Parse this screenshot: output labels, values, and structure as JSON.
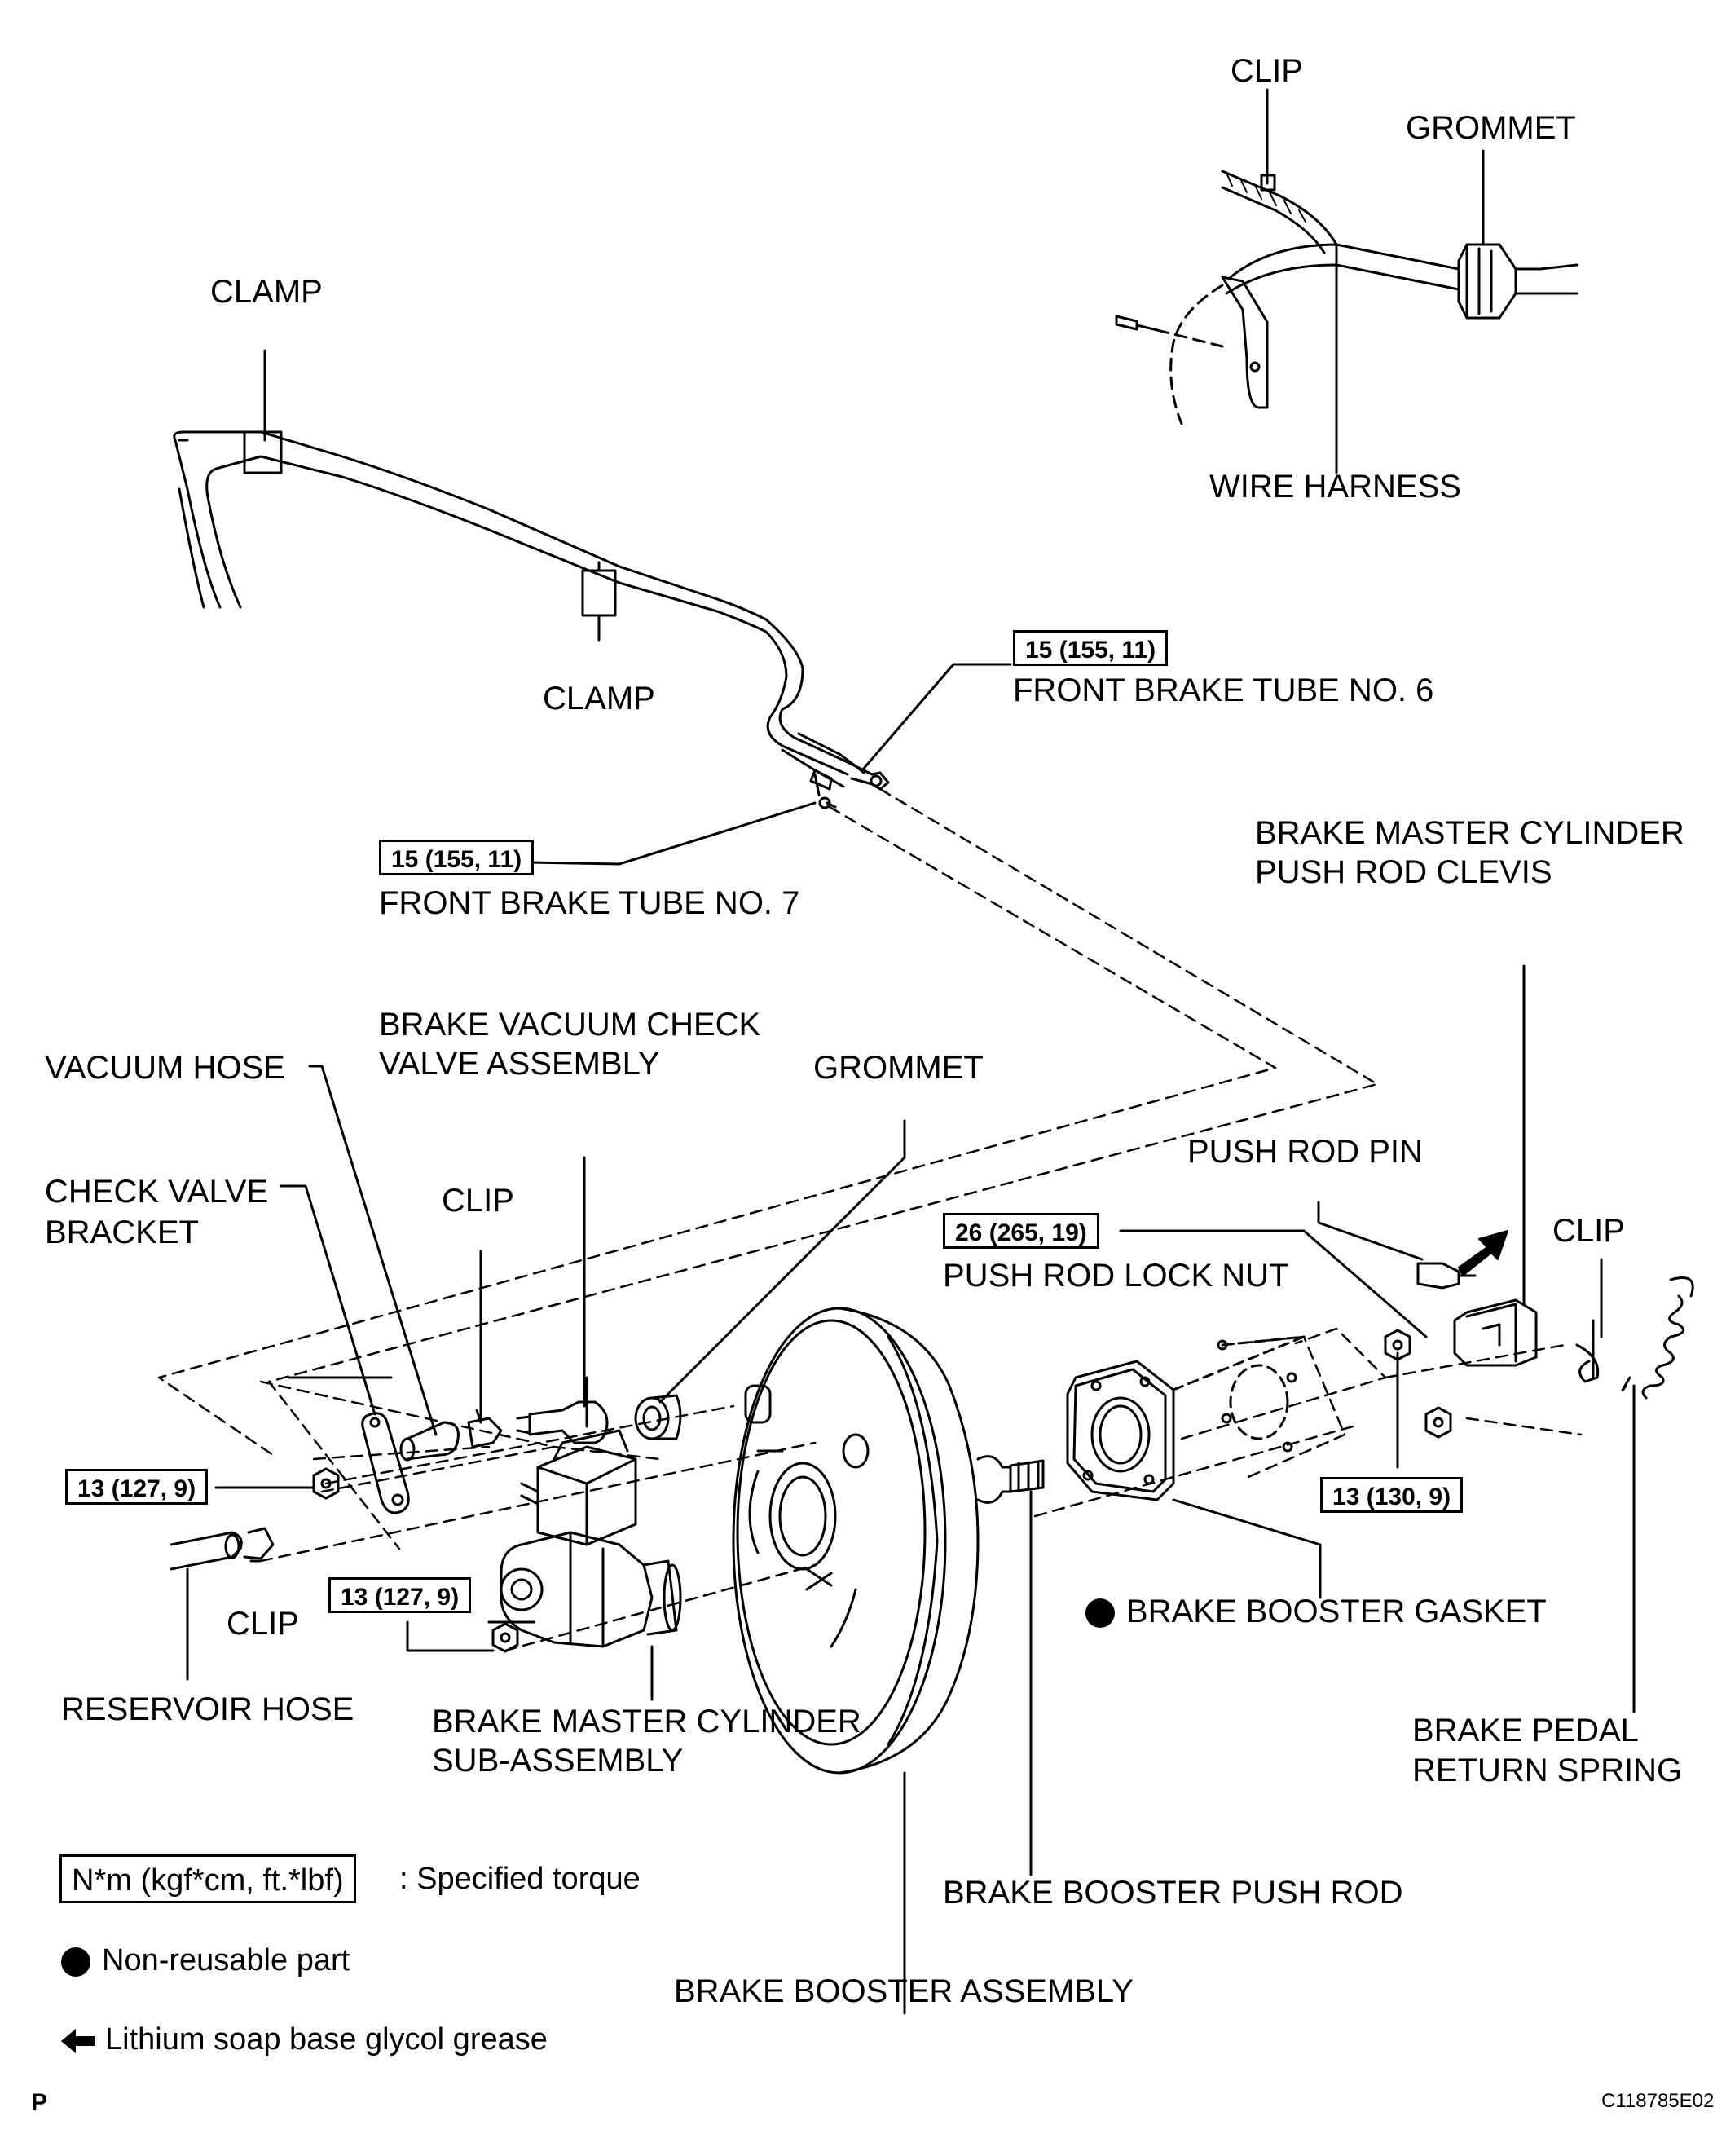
{
  "labels": {
    "clip_top": "CLIP",
    "grommet_top": "GROMMET",
    "clamp_top": "CLAMP",
    "wire_harness": "WIRE HARNESS",
    "clamp_mid": "CLAMP",
    "front_brake_tube_6": "FRONT BRAKE TUBE NO. 6",
    "front_brake_tube_7": "FRONT BRAKE TUBE NO. 7",
    "clevis_line1": "BRAKE MASTER CYLINDER",
    "clevis_line2": "PUSH ROD CLEVIS",
    "check_valve_line1": "BRAKE VACUUM CHECK",
    "check_valve_line2": "VALVE ASSEMBLY",
    "vacuum_hose": "VACUUM HOSE",
    "grommet_mid": "GROMMET",
    "push_rod_pin": "PUSH ROD PIN",
    "check_valve_bracket_line1": "CHECK VALVE",
    "check_valve_bracket_line2": "BRACKET",
    "clip_mid": "CLIP",
    "push_rod_lock_nut": "PUSH ROD LOCK NUT",
    "clip_right": "CLIP",
    "clip_lower": "CLIP",
    "brake_booster_gasket": "BRAKE BOOSTER GASKET",
    "reservoir_hose": "RESERVOIR HOSE",
    "master_cyl_line1": "BRAKE MASTER CYLINDER",
    "master_cyl_line2": "SUB-ASSEMBLY",
    "return_spring_line1": "BRAKE PEDAL",
    "return_spring_line2": "RETURN SPRING",
    "booster_push_rod": "BRAKE BOOSTER PUSH ROD",
    "booster_assembly": "BRAKE BOOSTER ASSEMBLY"
  },
  "torques": {
    "tube6": "15 (155, 11)",
    "tube7": "15 (155, 11)",
    "lock_nut": "26 (265, 19)",
    "bracket_nut": "13 (127, 9)",
    "booster_nut": "13 (130, 9)",
    "master_cyl_nut": "13 (127, 9)"
  },
  "legend": {
    "torque_unit": "N*m (kgf*cm, ft.*lbf)",
    "torque_desc": ": Specified torque",
    "non_reusable": "Non-reusable part",
    "grease": "Lithium soap base glycol grease"
  },
  "footer": {
    "page_letter": "P",
    "figure_code": "C118785E02"
  },
  "icons": [
    "non-reusable-dot-icon",
    "grease-arrow-icon"
  ]
}
